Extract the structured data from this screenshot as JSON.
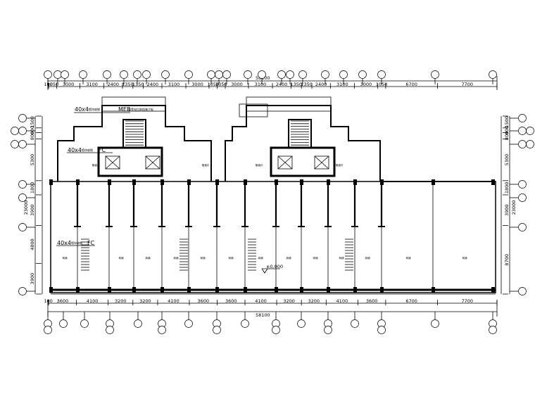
{
  "drawing": {
    "top_overall": "58100",
    "bottom_overall": "58100",
    "top_dims": [
      "100",
      "1050",
      "3000",
      "3100",
      "2400",
      "1350",
      "1350",
      "2400",
      "3100",
      "3000",
      "1050",
      "1050",
      "3000",
      "3100",
      "2400",
      "1350",
      "1350",
      "2400",
      "3100",
      "3000",
      "1050",
      "6700",
      "7700"
    ],
    "bottom_dims": [
      "100",
      "3600",
      "4100",
      "3200",
      "3200",
      "4100",
      "3600",
      "3600",
      "4100",
      "3200",
      "3200",
      "4100",
      "3600",
      "6700",
      "7700"
    ],
    "left_dims": [
      "1500",
      "600",
      "800",
      "5300",
      "1800",
      "3900",
      "4800",
      "3900"
    ],
    "left_overall": "23000",
    "right_dims": [
      "1500",
      "600",
      "800",
      "5300",
      "1800",
      "3900",
      "8700"
    ],
    "right_overall": "23000",
    "level_mark": "±0.000",
    "annotations": {
      "a1": "40x4",
      "a1_small": "镀锌扁钢",
      "a1_suffix": "MEB",
      "a1_note": "总等电位联结端子板",
      "a2": "40x4",
      "a2_small": "镀锌扁钢",
      "a2_suffix": "FC",
      "a3": "40x4",
      "a3_small": "镀锌扁钢",
      "a3_suffix": "FC"
    },
    "rooms": {
      "shop": "商铺",
      "stair": "楼梯",
      "well": "管道井"
    }
  }
}
